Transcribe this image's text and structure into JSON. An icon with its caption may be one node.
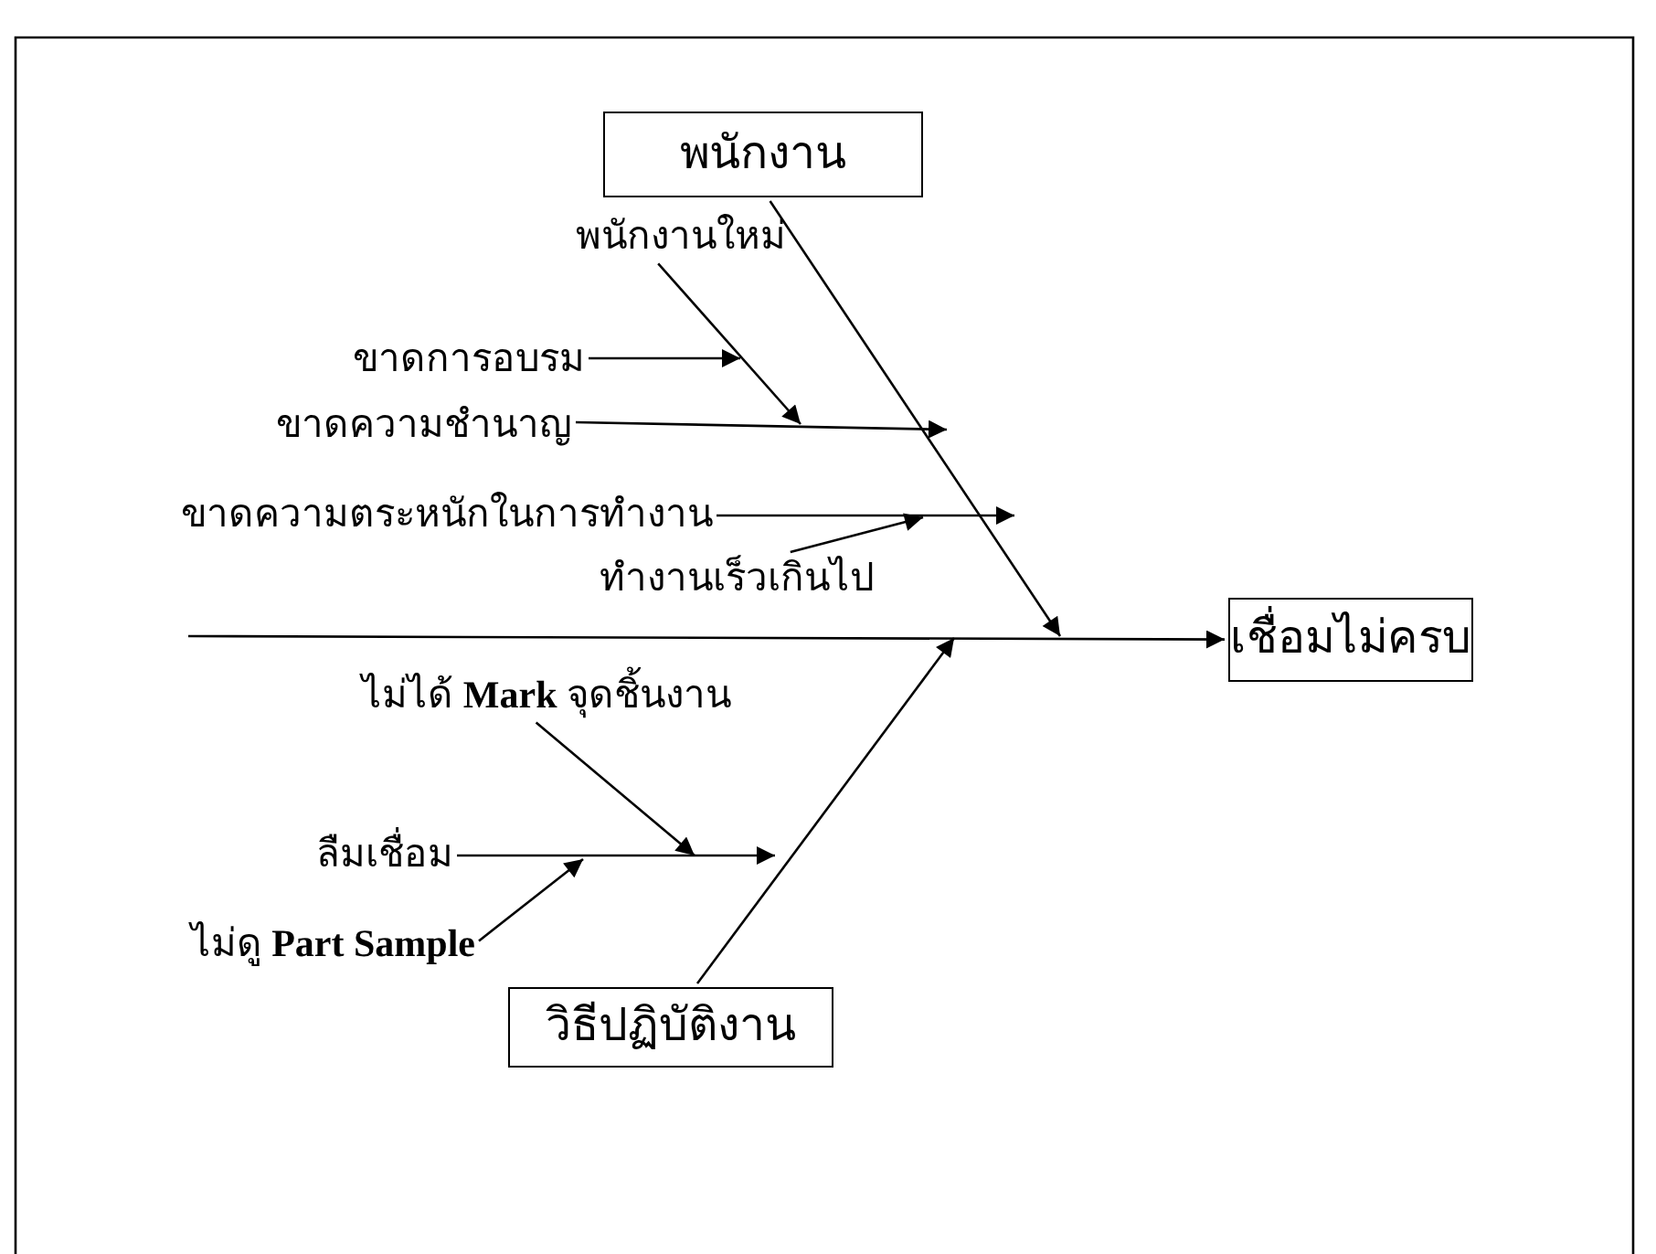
{
  "diagram": {
    "nodes": [
      {
        "text": [
          "พนักงาน"
        ]
      },
      {
        "text": [
          "วิธีปฏิบัติงาน"
        ]
      },
      {
        "text": [
          "เชื่อมไม่ครบ"
        ]
      },
      {
        "text": [
          "พนักงานใหม่"
        ]
      },
      {
        "text": [
          "ขาดการอบรม"
        ]
      },
      {
        "text": [
          "ขาดความชำนาญ"
        ]
      },
      {
        "text": [
          "ขาดความตระหนักในการทำงาน"
        ]
      },
      {
        "text": [
          "ทำงานเร็วเกินไป"
        ]
      },
      {
        "text": [
          "ไม่ได้ **Mark** จุดชิ้นงาน"
        ]
      },
      {
        "text": [
          "ลืมเชื่อม"
        ]
      },
      {
        "text": [
          "ไม่ดู **Part Sample**"
        ]
      }
    ],
    "edges": [
      {
        "from": null,
        "to": 2,
        "arrow": "to"
      },
      {
        "from": 0,
        "to": null,
        "arrow": "to"
      },
      {
        "from": 1,
        "to": null,
        "arrow": "to"
      },
      {
        "from": 3,
        "to": null,
        "arrow": "to"
      },
      {
        "from": 4,
        "to": null,
        "arrow": "to"
      },
      {
        "from": 5,
        "to": null,
        "arrow": "to"
      },
      {
        "from": 6,
        "to": null,
        "arrow": "to"
      },
      {
        "from": 7,
        "to": null,
        "arrow": "to"
      },
      {
        "from": 8,
        "to": null,
        "arrow": "to"
      },
      {
        "from": 9,
        "to": null,
        "arrow": "to"
      },
      {
        "from": 10,
        "to": null,
        "arrow": "to"
      }
    ]
  }
}
